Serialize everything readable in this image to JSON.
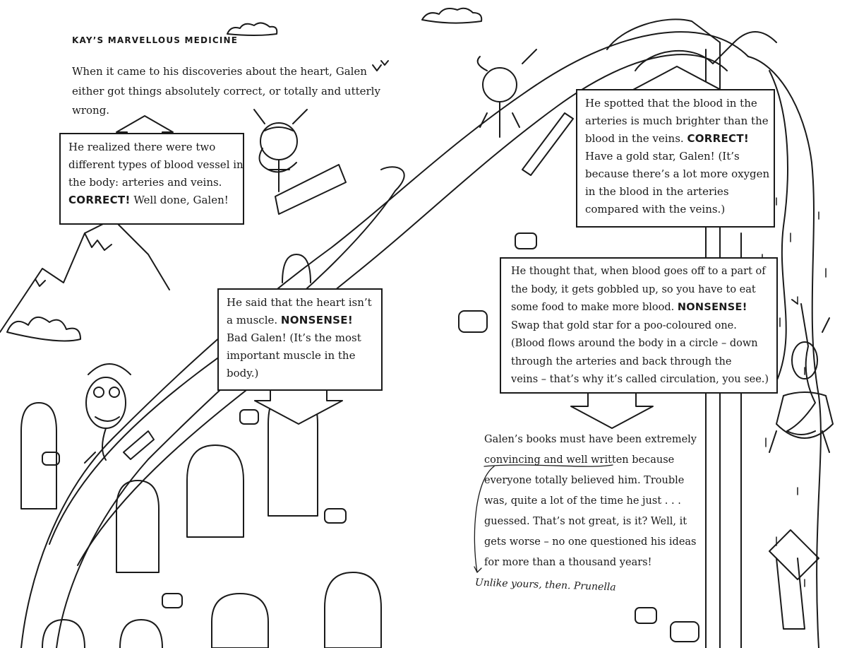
{
  "header": "KAY’S MARVELLOUS MEDICINE",
  "intro": [
    "When it came to his discoveries about the heart, Galen",
    "either got things absolutely correct, or totally and utterly",
    "wrong."
  ],
  "box1": {
    "lines": [
      "He realized there were two",
      "different types of blood vessel in",
      "the body: arteries and veins."
    ],
    "verdict": "CORRECT!",
    "after": " Well done, Galen!"
  },
  "box2": {
    "line1": "He said that the heart isn’t",
    "line2_pre": "a muscle. ",
    "verdict": "NONSENSE!",
    "rest": [
      "Bad Galen! (It’s the most",
      "important muscle in the",
      "body.)"
    ]
  },
  "box3": {
    "lines": [
      "He spotted that the blood in the",
      "arteries is much brighter than the"
    ],
    "line3_pre": "blood in the veins. ",
    "verdict": "CORRECT!",
    "rest": [
      "Have a gold star, Galen! (It’s",
      "because there’s a lot more oxygen",
      "in the blood in the arteries",
      "compared with the veins.)"
    ]
  },
  "box4": {
    "lines": [
      "He thought that, when blood goes off to a part of",
      "the body, it gets gobbled up, so you have to eat"
    ],
    "line3_pre": "some food to make more blood. ",
    "verdict": "NONSENSE!",
    "rest": [
      "Swap that gold star for a poo-coloured one.",
      "(Blood flows around the body in a circle – down",
      "through the arteries and back through the",
      "veins – that’s why it’s called circulation, you see.)"
    ]
  },
  "closing": {
    "line1": "Galen’s books must have been extremely",
    "line2_u": "convincing and well written",
    "line2_rest": " because",
    "lines": [
      "everyone totally believed him. Trouble",
      "was, quite a lot of the time he just . . .",
      "guessed. That’s not great, is it? Well, it",
      "gets worse – no one questioned his ideas",
      "for more than a thousand years!"
    ]
  },
  "handwritten_note": "Unlike yours, then. Prunella",
  "colors": {
    "ink": "#1a1a1a",
    "paper": "#ffffff",
    "shade": "#9a9a9a"
  }
}
